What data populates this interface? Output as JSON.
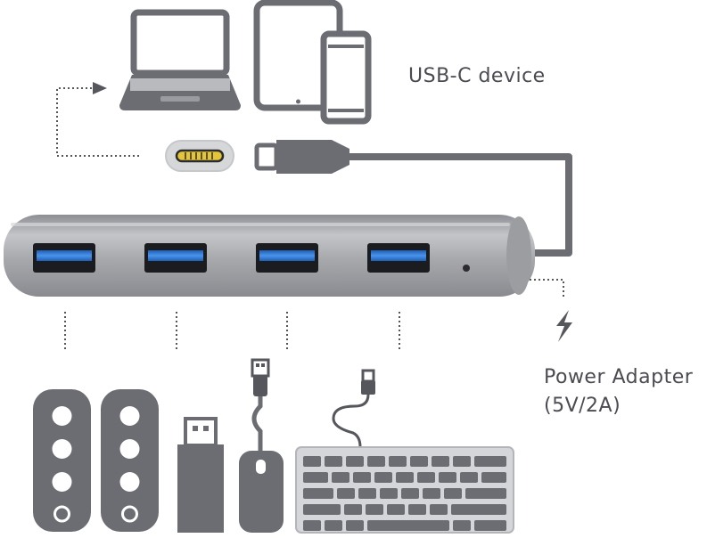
{
  "labels": {
    "usb_c_device": "USB-C device",
    "power_adapter_line1": "Power Adapter",
    "power_adapter_line2": "(5V/2A)"
  },
  "icons": {
    "laptop": "laptop-icon",
    "tablet": "tablet-icon",
    "phone": "smartphone-icon",
    "usb_c_port": "usb-c-port-icon",
    "usb_c_plug": "usb-c-plug-icon",
    "hub": "usb-hub-icon",
    "hub_ports": "usb-a-port-icon",
    "power": "lightning-bolt-icon",
    "speakers": "speaker-icon",
    "flash_drive": "usb-flash-drive-icon",
    "mouse": "mouse-icon",
    "keyboard": "keyboard-icon"
  },
  "colors": {
    "device_gray": "#6b6d73",
    "hub_silver": "#a9aaae",
    "port_blue": "#2f78d6",
    "usb_c_gold": "#f2d94b",
    "dotted_line": "#55575c",
    "label_text": "#4a4c52"
  },
  "hub": {
    "usb_a_port_count": 4
  }
}
